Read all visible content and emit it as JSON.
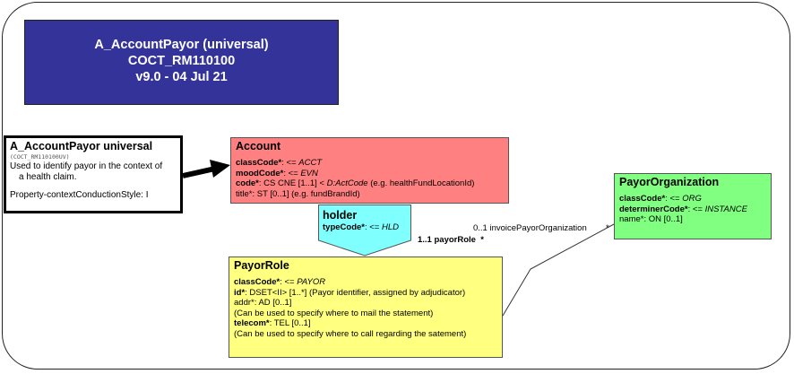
{
  "header": {
    "line1": "A_AccountPayor (universal)",
    "line2": "COCT_RM110100",
    "line3": "v9.0 - 04 Jul 21"
  },
  "entry": {
    "title": "A_AccountPayor universal",
    "code": "(COCT_RM110100UV)",
    "desc_line1": "Used to identify payor in the context of",
    "desc_line2": "a health claim.",
    "style": "Property-contextConductionStyle: I"
  },
  "account": {
    "title": "Account",
    "attrs": [
      {
        "name": "classCode*",
        "rest": ": <= ",
        "value": "ACCT"
      },
      {
        "name": "moodCode*",
        "rest": ": <= ",
        "value": "EVN"
      },
      {
        "name": "code*",
        "rest": ": CS CNE [1..1] < ",
        "value": "D:ActCode",
        "tail": " (e.g. healthFundLocationId)"
      }
    ],
    "plain_attr": "title*: ST [0..1] (e.g. fundBrandId)"
  },
  "holder": {
    "title": "holder",
    "attr_name": "typeCode*",
    "attr_rest": ": <= ",
    "attr_value": "HLD"
  },
  "payorrole": {
    "title": "PayorRole",
    "classcode_name": "classCode*",
    "classcode_rest": ": <= ",
    "classcode_value": "PAYOR",
    "id_name": "id*",
    "id_rest": ": DSET<II> [1..*] (Payor identifier, assigned by adjudicator)",
    "addr": "addr*: AD [0..1]",
    "addr_note": " (Can be used to specify where to mail the statement)",
    "telecom_name": "telecom*",
    "telecom_rest": ": TEL [0..1]",
    "telecom_note": " (Can be used to specify where to call regarding the satement)"
  },
  "payororg": {
    "title": "PayorOrganization",
    "classcode_name": "classCode*",
    "classcode_rest": ": <= ",
    "classcode_value": "ORG",
    "determiner_name": "determinerCode*",
    "determiner_rest": ": <= ",
    "determiner_value": "INSTANCE",
    "name_attr": "name*: ON [0..1]"
  },
  "labels": {
    "payorrole_role": "1..1 payorRole",
    "payorrole_star": "*",
    "invoice_role": "0..1 invoicePayorOrganization",
    "invoice_star": "*"
  }
}
